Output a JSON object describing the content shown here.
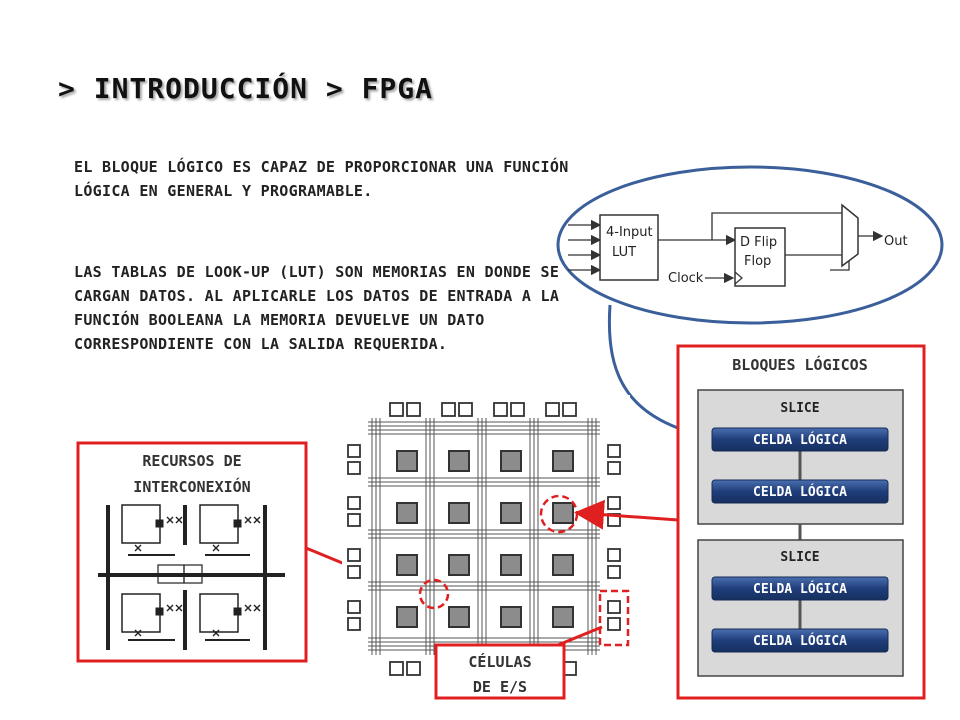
{
  "title": "> INTRODUCCIÓN > FPGA",
  "paragraphs": {
    "p1": "EL BLOQUE LÓGICO ES CAPAZ DE PROPORCIONAR UNA FUNCIÓN LÓGICA EN GENERAL Y PROGRAMABLE.",
    "p2": "LAS TABLAS DE LOOK-UP (LUT) SON MEMORIAS EN DONDE SE CARGAN DATOS. AL APLICARLE LOS DATOS DE ENTRADA A LA FUNCIÓN BOOLEANA LA MEMORIA DEVUELVE UN DATO CORRESPONDIENTE CON LA SALIDA REQUERIDA."
  },
  "logic_block_diagram": {
    "lut_line1": "4-Input",
    "lut_line2": "LUT",
    "flipflop_line1": "D Flip",
    "flipflop_line2": "Flop",
    "clock": "Clock",
    "out": "Out"
  },
  "interconnect_box": {
    "label_line1": "RECURSOS DE",
    "label_line2": "INTERCONEXIÓN"
  },
  "io_box": {
    "label_line1": "CÉLULAS",
    "label_line2": "DE E/S"
  },
  "logic_blocks_panel": {
    "title": "BLOQUES LÓGICOS",
    "slices": [
      {
        "label": "SLICE",
        "cells": [
          "CELDA LÓGICA",
          "CELDA LÓGICA"
        ]
      },
      {
        "label": "SLICE",
        "cells": [
          "CELDA LÓGICA",
          "CELDA LÓGICA"
        ]
      }
    ]
  },
  "colors": {
    "accent_red": "#e02020",
    "oval_blue": "#3a5f9a",
    "cell_blue": "#1f3d7a",
    "slice_gray": "#d9d9d9"
  }
}
